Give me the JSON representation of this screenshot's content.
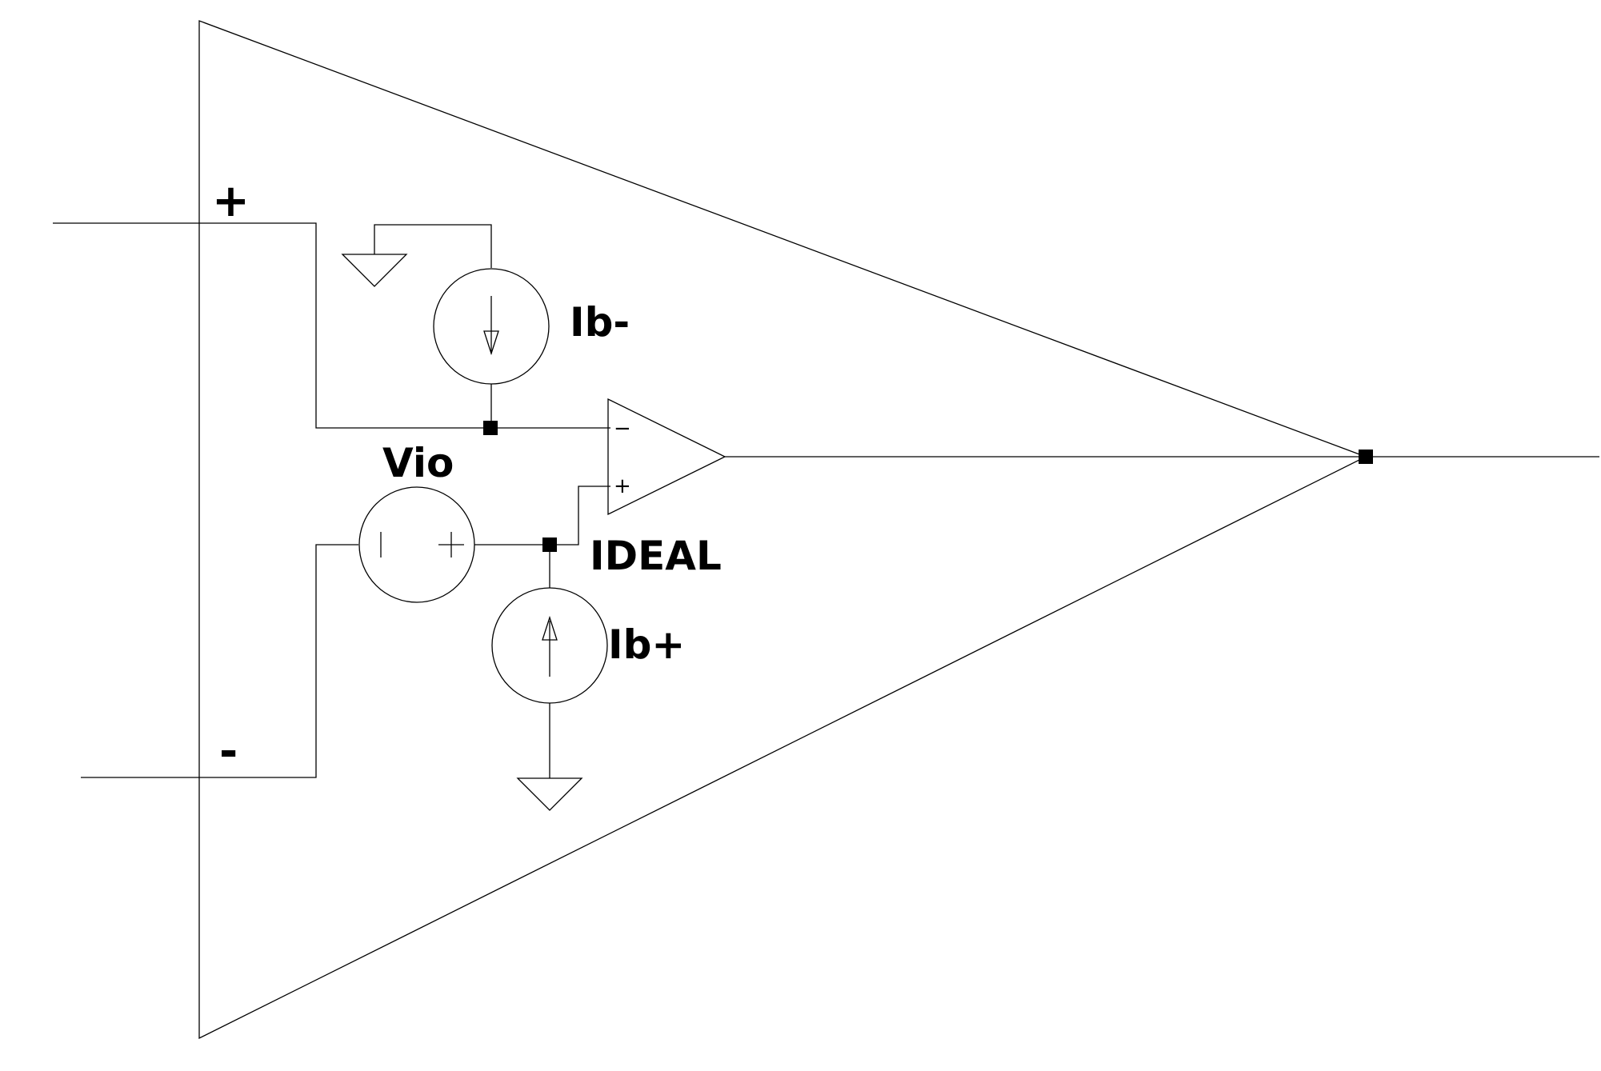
{
  "schematic": {
    "pin_plus": "+",
    "pin_minus": "-",
    "label_ib_minus": "Ib-",
    "label_ib_plus": "Ib+",
    "label_vio": "Vio",
    "label_ideal": "IDEAL",
    "vio_terminal_neg": "|",
    "vio_terminal_pos": "+",
    "opamp_inverting": "−",
    "opamp_noninverting": "+"
  },
  "colors": {
    "line": "#000000",
    "background": "#ffffff"
  }
}
